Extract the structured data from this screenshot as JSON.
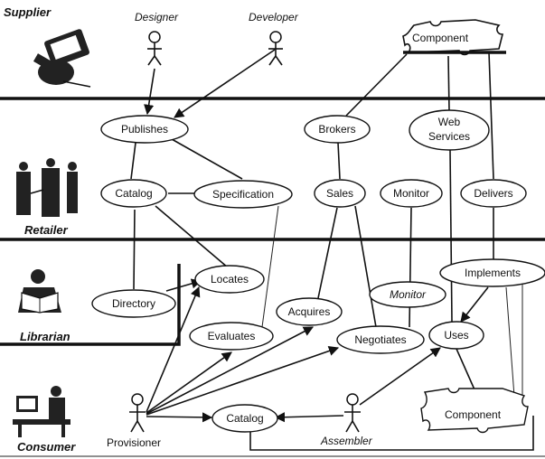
{
  "lanes": {
    "supplier": "Supplier",
    "retailer": "Retailer",
    "librarian": "Librarian",
    "consumer": "Consumer"
  },
  "actors": {
    "designer": "Designer",
    "developer": "Developer",
    "provisioner": "Provisioner",
    "assembler": "Assembler"
  },
  "nodes": {
    "component_top": "Component",
    "publishes": "Publishes",
    "brokers": "Brokers",
    "web_services_1": "Web",
    "web_services_2": "Services",
    "catalog_retail": "Catalog",
    "specification": "Specification",
    "sales": "Sales",
    "monitor_retail": "Monitor",
    "delivers": "Delivers",
    "implements": "Implements",
    "locates": "Locates",
    "directory": "Directory",
    "monitor_lib": "Monitor",
    "acquires": "Acquires",
    "evaluates": "Evaluates",
    "negotiates": "Negotiates",
    "uses": "Uses",
    "catalog_consumer": "Catalog",
    "component_bottom": "Component"
  },
  "icons": {
    "supplier": "computer-workstation-icon",
    "retailer": "business-people-icon",
    "librarian": "reading-person-icon",
    "consumer": "desk-worker-icon",
    "actor": "stick-figure-icon",
    "component": "puzzle-piece-icon"
  }
}
